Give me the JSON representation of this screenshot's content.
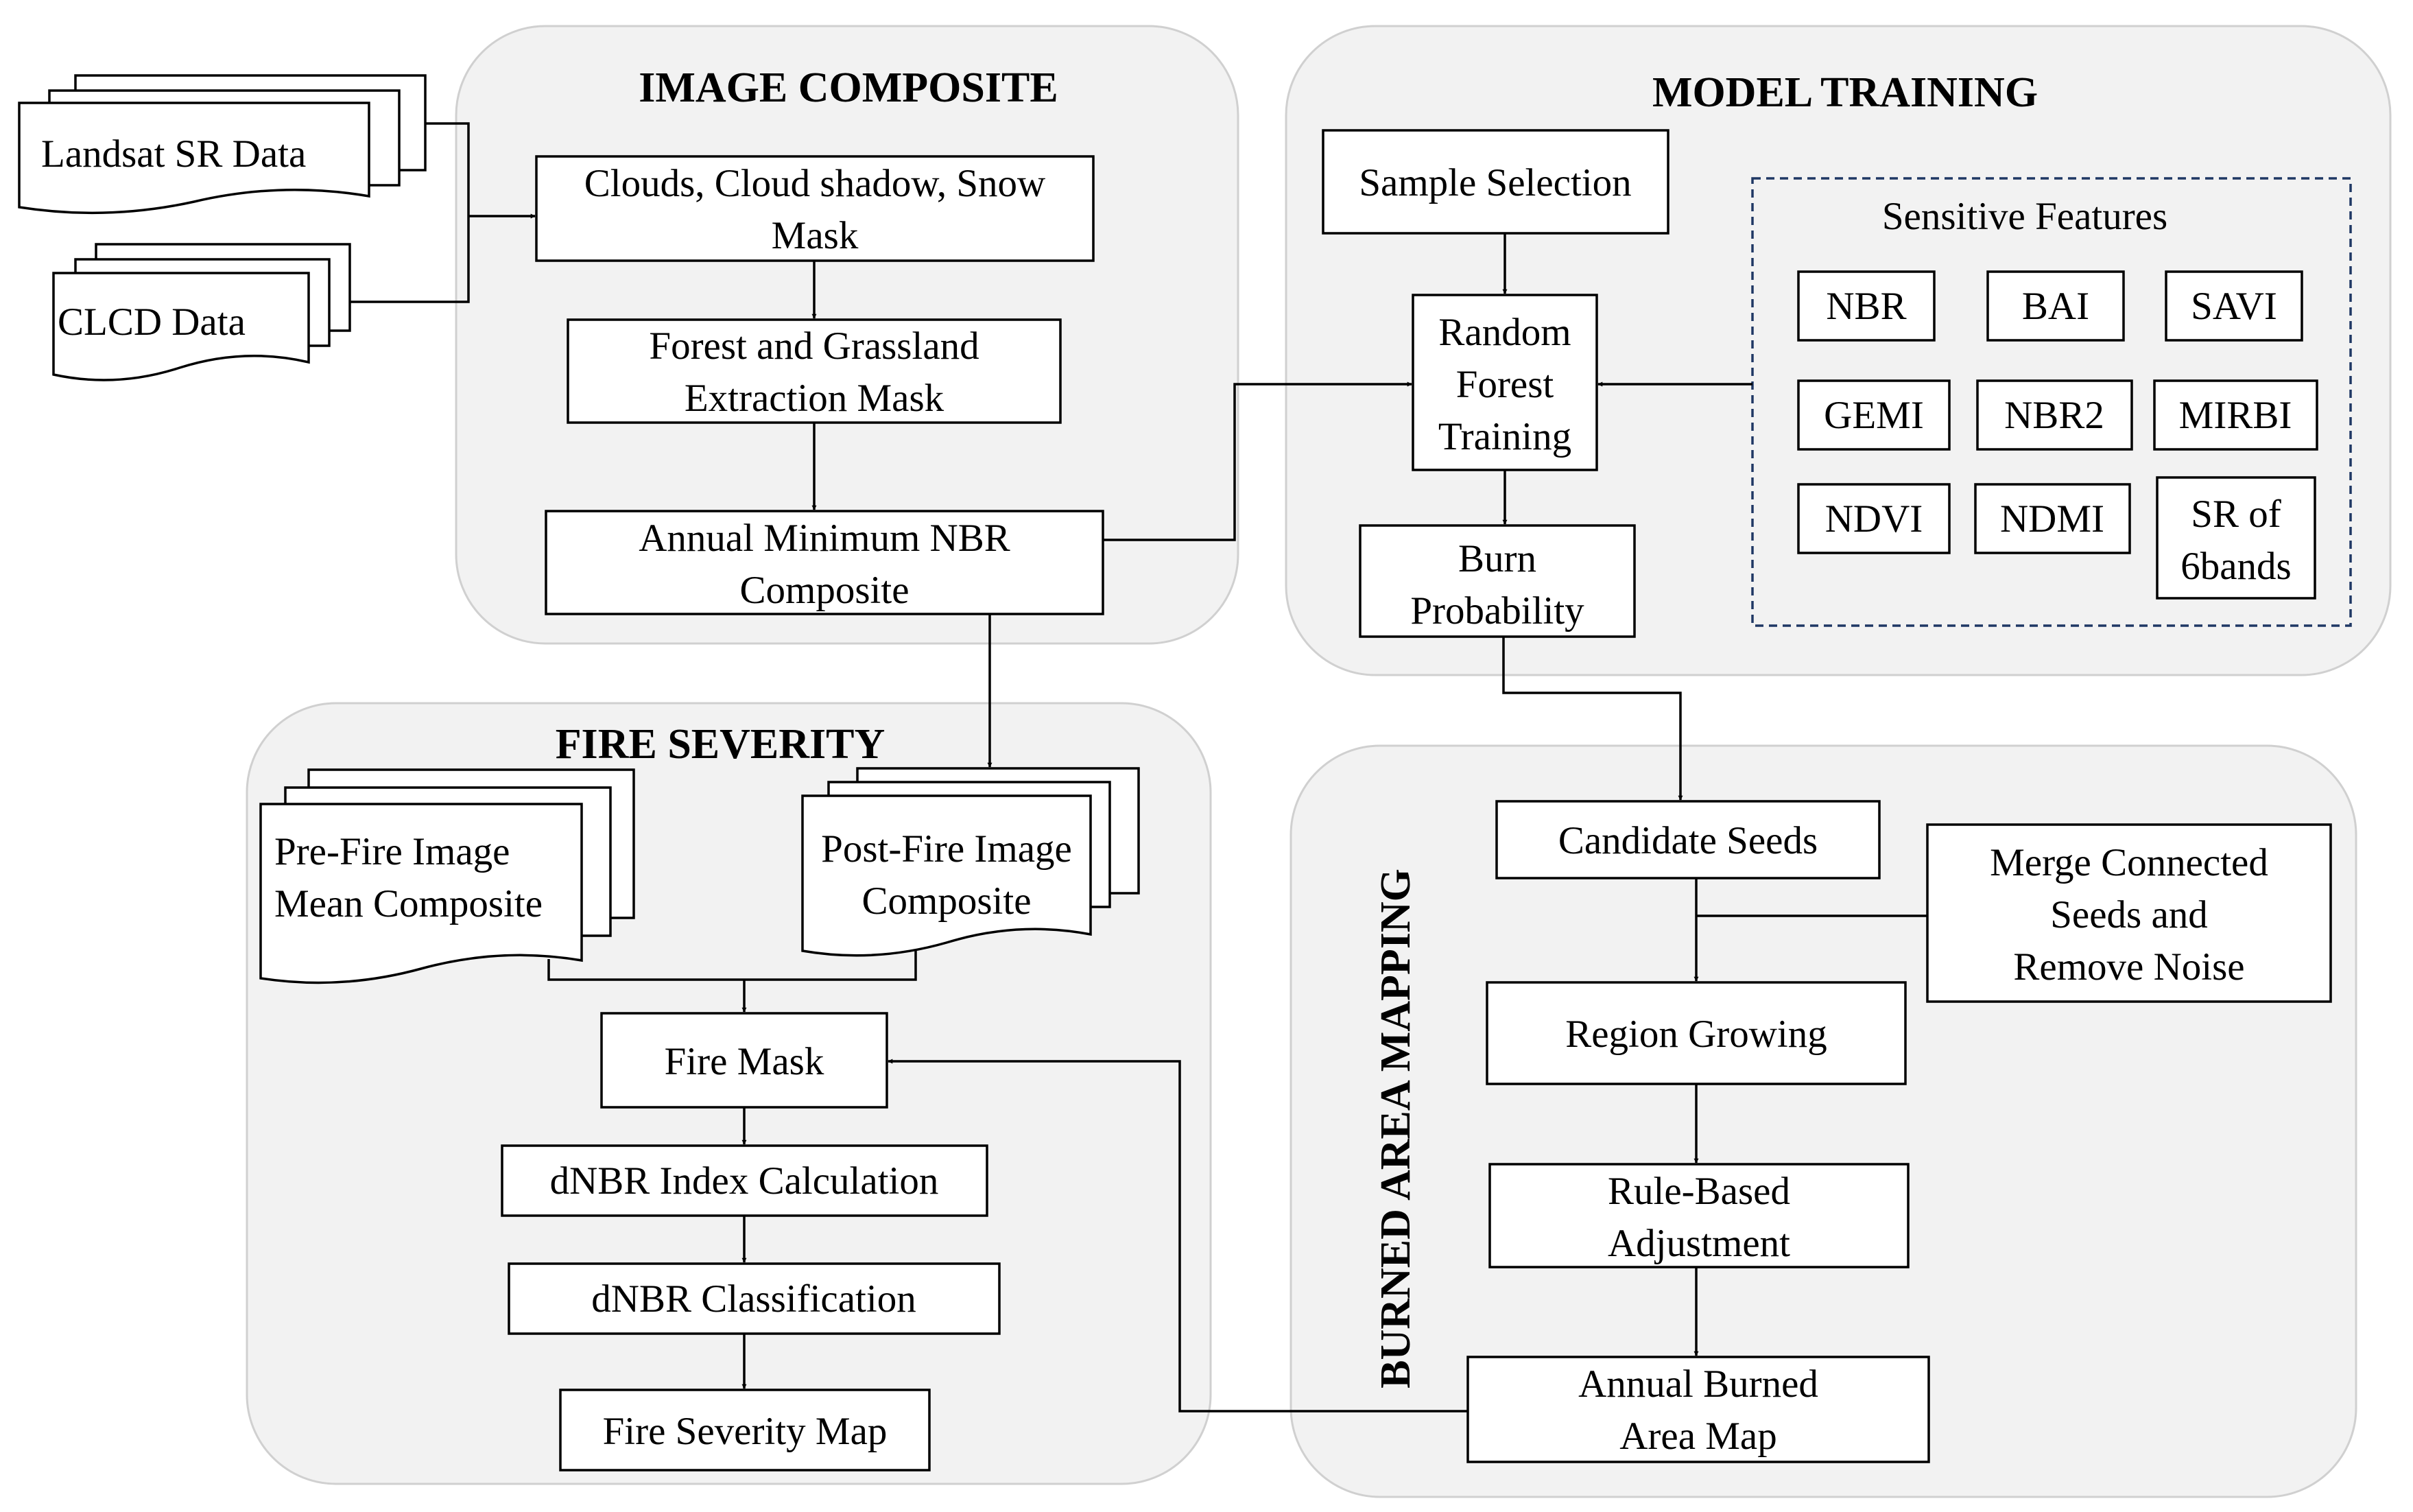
{
  "sections": {
    "image_composite": "IMAGE COMPOSITE",
    "model_training": "MODEL TRAINING",
    "fire_severity": "FIRE SEVERITY",
    "burned_area_mapping": "BURNED AREA MAPPING"
  },
  "inputs": {
    "landsat": "Landsat SR Data",
    "clcd": "CLCD Data"
  },
  "image_composite": {
    "mask_1": [
      "Clouds, Cloud shadow, Snow",
      "Mask"
    ],
    "mask_2": [
      "Forest and Grassland",
      "Extraction Mask"
    ],
    "nbr_composite": [
      "Annual Minimum NBR",
      "Composite"
    ]
  },
  "model_training": {
    "sample_selection": "Sample Selection",
    "rf_training": [
      "Random",
      "Forest",
      "Training"
    ],
    "burn_probability": [
      "Burn",
      "Probability"
    ],
    "features_title": "Sensitive Features",
    "features": {
      "nbr": "NBR",
      "bai": "BAI",
      "savi": "SAVI",
      "gemi": "GEMI",
      "nbr2": "NBR2",
      "mirbi": "MIRBI",
      "ndvi": "NDVI",
      "ndmi": "NDMI",
      "sr": [
        "SR of",
        "6bands"
      ]
    }
  },
  "fire_severity": {
    "pre_fire": [
      "Pre-Fire Image",
      "Mean Composite"
    ],
    "post_fire": [
      "Post-Fire Image",
      "Composite"
    ],
    "fire_mask": "Fire Mask",
    "dnbr_calc": "dNBR Index Calculation",
    "dnbr_class": "dNBR Classification",
    "severity_map": "Fire Severity Map"
  },
  "burned_area_mapping": {
    "candidate_seeds": "Candidate Seeds",
    "merge": [
      "Merge Connected",
      "Seeds and",
      "Remove Noise"
    ],
    "region_growing": "Region Growing",
    "rule_based": [
      "Rule-Based",
      "Adjustment"
    ],
    "annual_map": [
      "Annual Burned",
      "Area Map"
    ]
  }
}
